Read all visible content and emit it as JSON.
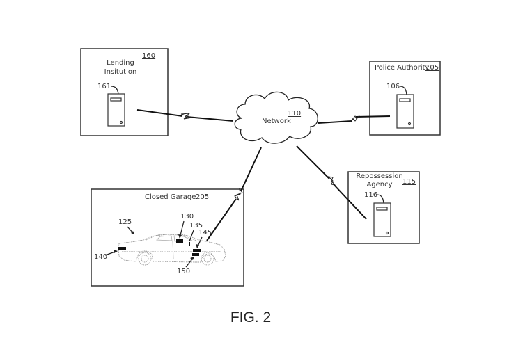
{
  "figure_label": "FIG. 2",
  "network": {
    "label": "Network",
    "ref": "110"
  },
  "nodes": {
    "lending": {
      "title_line1": "Lending",
      "title_line2": "Insitution",
      "ref": "160",
      "server_ref": "161"
    },
    "police": {
      "title": "Police Authority",
      "ref": "105",
      "server_ref": "106"
    },
    "repo": {
      "title_line1": "Repossession",
      "title_line2": "Agency",
      "ref": "115",
      "server_ref": "116"
    },
    "garage": {
      "title": "Closed Garage",
      "ref": "205"
    }
  },
  "vehicle": {
    "ref": "125",
    "components": [
      {
        "ref": "130"
      },
      {
        "ref": "135"
      },
      {
        "ref": "140"
      },
      {
        "ref": "145"
      },
      {
        "ref": "150"
      }
    ]
  },
  "connections": [
    {
      "from": "lending",
      "to": "network",
      "type": "wireless"
    },
    {
      "from": "network",
      "to": "police",
      "type": "wireless"
    },
    {
      "from": "network",
      "to": "repo",
      "type": "wireless"
    },
    {
      "from": "network",
      "to": "vehicle",
      "type": "wireless"
    }
  ]
}
